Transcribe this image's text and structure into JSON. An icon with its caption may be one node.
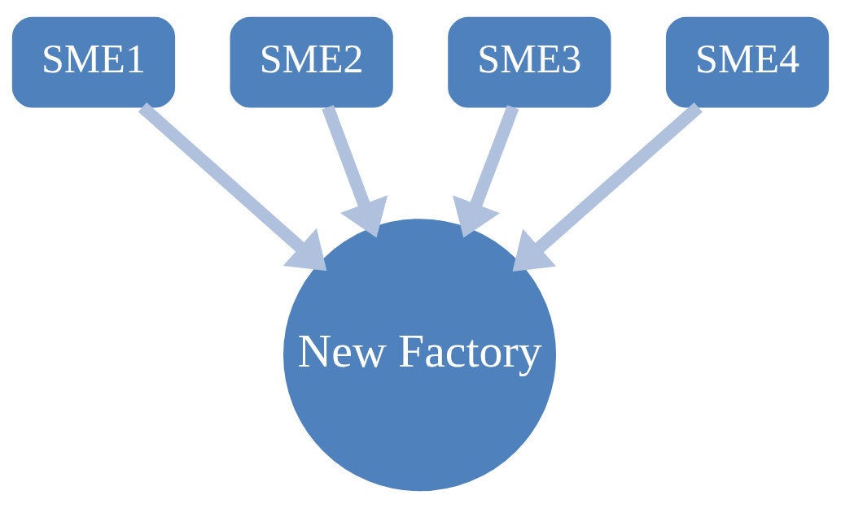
{
  "diagram": {
    "nodes": [
      {
        "text": [
          "SME2"
        ]
      },
      {
        "text": [
          "SME3"
        ]
      },
      {
        "text": [
          "SME1"
        ]
      },
      {
        "text": [
          "SME4"
        ]
      },
      {
        "text": [
          "New Factory"
        ]
      }
    ],
    "edges": [
      {
        "from": 2,
        "to": 4,
        "arrow": "to"
      },
      {
        "from": 0,
        "to": 4,
        "arrow": "to"
      },
      {
        "from": 1,
        "to": 4,
        "arrow": "to"
      },
      {
        "from": 3,
        "to": 4,
        "arrow": "to"
      }
    ]
  }
}
